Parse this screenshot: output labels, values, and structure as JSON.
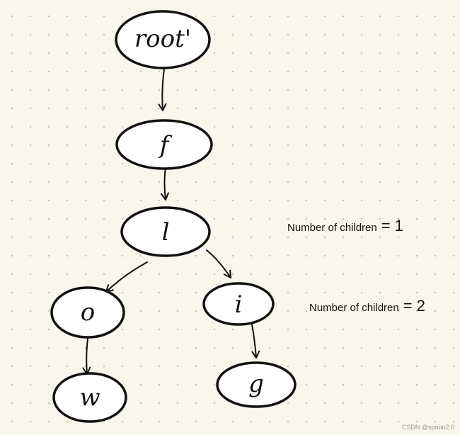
{
  "diagram": {
    "nodes": [
      {
        "id": "root",
        "label": "root'"
      },
      {
        "id": "f",
        "label": "f"
      },
      {
        "id": "l",
        "label": "l"
      },
      {
        "id": "o",
        "label": "o"
      },
      {
        "id": "i",
        "label": "i"
      },
      {
        "id": "w",
        "label": "w"
      },
      {
        "id": "g",
        "label": "g"
      }
    ],
    "edges": [
      {
        "from": "root",
        "to": "f"
      },
      {
        "from": "f",
        "to": "l"
      },
      {
        "from": "l",
        "to": "o"
      },
      {
        "from": "l",
        "to": "i"
      },
      {
        "from": "o",
        "to": "w"
      },
      {
        "from": "i",
        "to": "g"
      }
    ]
  },
  "annotations": {
    "l_children": {
      "text": "Number of children",
      "eq": "=",
      "value": "1"
    },
    "i_children": {
      "text": "Number of children",
      "eq": "=",
      "value": "2"
    }
  },
  "watermark": "CSDN @spoon2.0"
}
